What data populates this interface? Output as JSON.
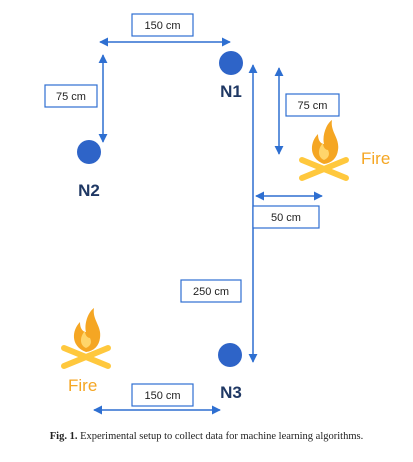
{
  "nodes": [
    {
      "id": "n1",
      "label": "N1"
    },
    {
      "id": "n2",
      "label": "N2"
    },
    {
      "id": "n3",
      "label": "N3"
    }
  ],
  "fires": [
    {
      "id": "fire-right",
      "label": "Fire"
    },
    {
      "id": "fire-left",
      "label": "Fire"
    }
  ],
  "dimensions": {
    "top": "150 cm",
    "left": "75 cm",
    "right_upper": "75 cm",
    "right_offset": "50 cm",
    "vertical": "250 cm",
    "bottom": "150 cm"
  },
  "caption": {
    "figure": "Fig. 1.",
    "text": "Experimental setup to collect data for machine learning algorithms."
  },
  "colors": {
    "node": "#2e64c8",
    "node_text": "#1f3864",
    "arrow": "#2e6fd1",
    "box_border": "#2e6fd1",
    "fire": "#f5a623",
    "fire_light": "#ffc83d"
  }
}
